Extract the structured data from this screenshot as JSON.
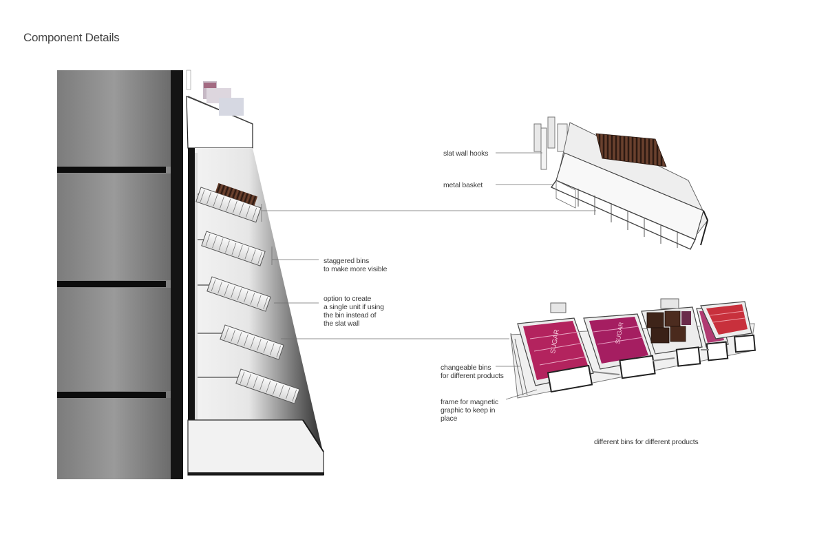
{
  "title": "Component Details",
  "labels": {
    "slat_wall_hooks": "slat wall hooks",
    "metal_basket": "metal basket",
    "staggered_bins": "staggered bins\nto make more visible",
    "single_unit": "option to create\na single unit if using\nthe bin instead of\nthe slat wall",
    "changeable_bins": "changeable bins\nfor different products",
    "frame_magnetic": "frame for magnetic\ngraphic to keep in\nplace",
    "caption": "different bins for different products"
  },
  "product_text": "SUGAR",
  "colors": {
    "panel_gray": "#8a8a8a",
    "panel_dark": "#555555",
    "product_pink": "#b3235e",
    "product_red": "#c8303c",
    "product_brown": "#4a2e22",
    "leader_line": "#6e6e6e"
  }
}
